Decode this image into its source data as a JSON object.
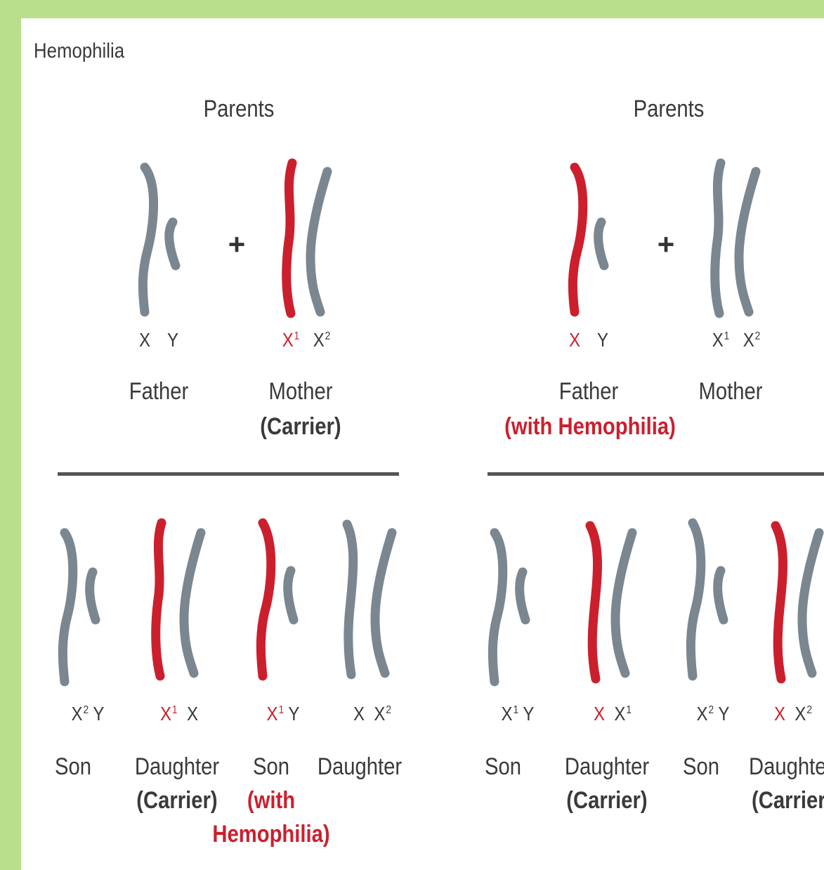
{
  "title": "Hemophilia",
  "colors": {
    "normal": "#7b8790",
    "affected": "#cc1f2d",
    "background": "#b9df8c"
  },
  "left": {
    "heading": "Parents",
    "plus": "+",
    "father": {
      "genes": [
        "X",
        "Y"
      ],
      "label": "Father"
    },
    "mother": {
      "genes": [
        "X",
        "1",
        "X",
        "2"
      ],
      "label": "Mother",
      "status": "(Carrier)"
    },
    "children": [
      {
        "gene_a": "X",
        "sup_a": "2",
        "gene_b": "Y",
        "sup_b": "",
        "label": "Son",
        "status": ""
      },
      {
        "gene_a": "X",
        "sup_a": "1",
        "gene_b": "X",
        "sup_b": "",
        "label": "Daughter",
        "status": "(Carrier)"
      },
      {
        "gene_a": "X",
        "sup_a": "1",
        "gene_b": "Y",
        "sup_b": "",
        "label": "Son",
        "status": "(with",
        "status2": "Hemophilia)"
      },
      {
        "gene_a": "X",
        "sup_a": "",
        "gene_b": "X",
        "sup_b": "2",
        "label": "Daughter",
        "status": ""
      }
    ]
  },
  "right": {
    "heading": "Parents",
    "plus": "+",
    "father": {
      "genes": [
        "X",
        "Y"
      ],
      "label": "Father",
      "status": "(with Hemophilia)"
    },
    "mother": {
      "genes": [
        "X",
        "1",
        "X",
        "2"
      ],
      "label": "Mother"
    },
    "children": [
      {
        "gene_a": "X",
        "sup_a": "1",
        "gene_b": "Y",
        "sup_b": "",
        "label": "Son",
        "status": ""
      },
      {
        "gene_a": "X",
        "sup_a": "",
        "gene_b": "X",
        "sup_b": "1",
        "label": "Daughter",
        "status": "(Carrier)"
      },
      {
        "gene_a": "X",
        "sup_a": "2",
        "gene_b": "Y",
        "sup_b": "",
        "label": "Son",
        "status": ""
      },
      {
        "gene_a": "X",
        "sup_a": "",
        "gene_b": "X",
        "sup_b": "2",
        "label": "Daughter",
        "status": "(Carrier)"
      }
    ]
  }
}
